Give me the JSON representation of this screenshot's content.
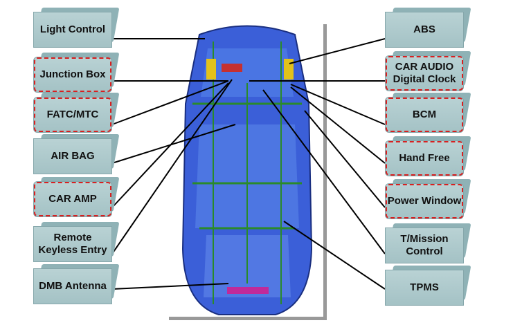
{
  "left_boxes": [
    {
      "id": "light-control",
      "label": "Light Control",
      "highlight": false
    },
    {
      "id": "junction-box",
      "label": "Junction Box",
      "highlight": true
    },
    {
      "id": "fatc-mtc",
      "label": "FATC/MTC",
      "highlight": true
    },
    {
      "id": "air-bag",
      "label": "AIR BAG",
      "highlight": false
    },
    {
      "id": "car-amp",
      "label": "CAR AMP",
      "highlight": true
    },
    {
      "id": "remote-keyless-entry",
      "label": "Remote Keyless Entry",
      "highlight": false
    },
    {
      "id": "dmb-antenna",
      "label": "DMB Antenna",
      "highlight": false
    }
  ],
  "right_boxes": [
    {
      "id": "abs",
      "label": "ABS",
      "highlight": false
    },
    {
      "id": "car-audio-digital-clock",
      "label": "CAR AUDIO Digital Clock",
      "highlight": true
    },
    {
      "id": "bcm",
      "label": "BCM",
      "highlight": true
    },
    {
      "id": "hand-free",
      "label": "Hand Free",
      "highlight": true
    },
    {
      "id": "power-window",
      "label": "Power Window",
      "highlight": true
    },
    {
      "id": "tmission-control",
      "label": "T/Mission Control",
      "highlight": false
    },
    {
      "id": "tpms",
      "label": "TPMS",
      "highlight": false
    }
  ],
  "colors": {
    "box_face": "#a9c6c9",
    "highlight": "#d82020",
    "car_body": "#3b5fd8",
    "wiring": "#2a8a2a"
  }
}
